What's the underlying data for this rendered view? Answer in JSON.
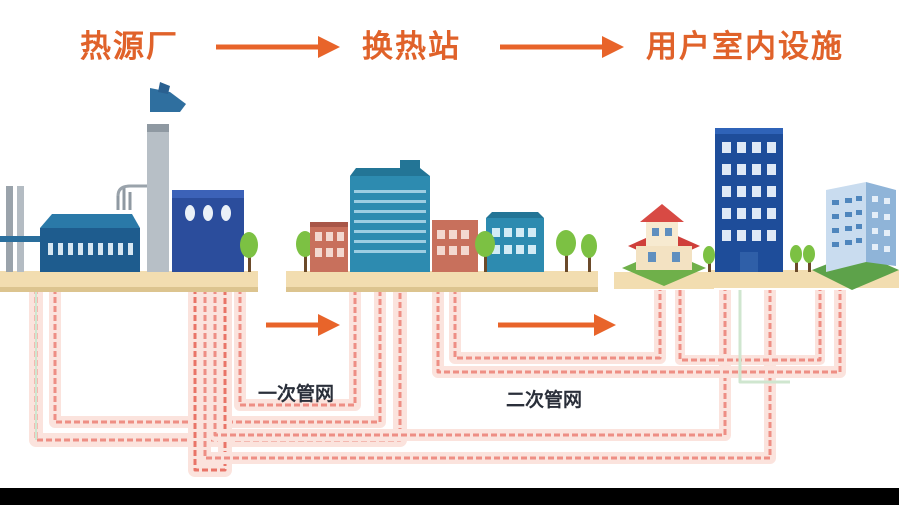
{
  "titles": {
    "source": "热源厂",
    "station": "换热站",
    "user": "用户室内设施"
  },
  "pipes": {
    "primary_label": "一次管网",
    "secondary_label": "二次管网"
  },
  "colors": {
    "title": "#e0622a",
    "arrow": "#e8642a",
    "ground": "#f2ddb0",
    "pipe": "#ee8e84",
    "factory_blue": "#1e5c8e",
    "station_teal": "#2d8bb0"
  }
}
